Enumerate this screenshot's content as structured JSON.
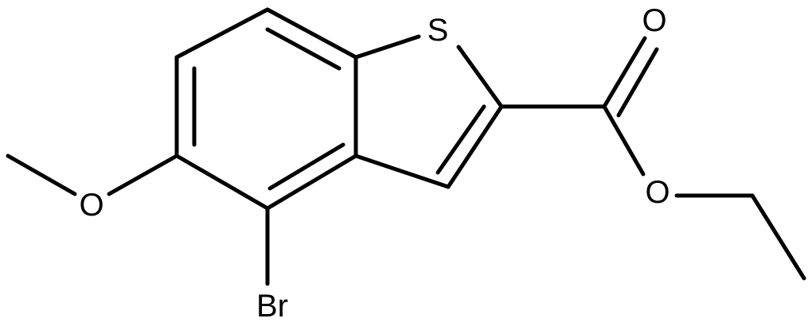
{
  "diagram": {
    "type": "skeletal-structure",
    "atoms": {
      "sulfur": "S",
      "bromine": "Br",
      "carbonyl_oxygen": "O",
      "ester_oxygen": "O",
      "methoxy_oxygen": "O"
    },
    "colors": {
      "bond": "#000000",
      "label": "#000000",
      "background": "#ffffff"
    }
  }
}
